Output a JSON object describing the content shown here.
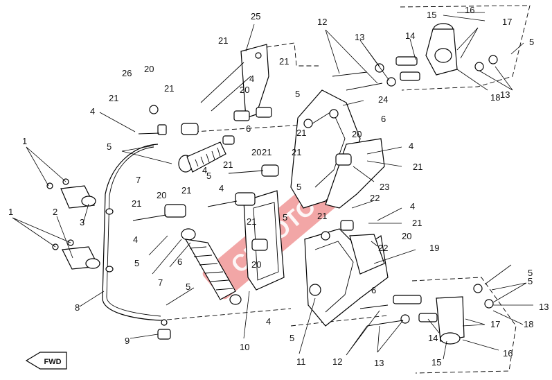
{
  "diagram": {
    "callouts": [
      {
        "label": "1"
      },
      {
        "label": "1"
      },
      {
        "label": "2"
      },
      {
        "label": "3"
      },
      {
        "label": "4"
      },
      {
        "label": "4"
      },
      {
        "label": "4"
      },
      {
        "label": "4"
      },
      {
        "label": "4"
      },
      {
        "label": "4"
      },
      {
        "label": "4"
      },
      {
        "label": "4"
      },
      {
        "label": "5"
      },
      {
        "label": "5"
      },
      {
        "label": "5"
      },
      {
        "label": "5"
      },
      {
        "label": "5"
      },
      {
        "label": "5"
      },
      {
        "label": "5"
      },
      {
        "label": "5"
      },
      {
        "label": "5"
      },
      {
        "label": "5"
      },
      {
        "label": "5"
      },
      {
        "label": "6"
      },
      {
        "label": "6"
      },
      {
        "label": "6"
      },
      {
        "label": "6"
      },
      {
        "label": "7"
      },
      {
        "label": "7"
      },
      {
        "label": "8"
      },
      {
        "label": "9"
      },
      {
        "label": "10"
      },
      {
        "label": "11"
      },
      {
        "label": "12"
      },
      {
        "label": "12"
      },
      {
        "label": "13"
      },
      {
        "label": "13"
      },
      {
        "label": "13"
      },
      {
        "label": "13"
      },
      {
        "label": "14"
      },
      {
        "label": "14"
      },
      {
        "label": "15"
      },
      {
        "label": "15"
      },
      {
        "label": "16"
      },
      {
        "label": "16"
      },
      {
        "label": "17"
      },
      {
        "label": "17"
      },
      {
        "label": "18"
      },
      {
        "label": "18"
      },
      {
        "label": "19"
      },
      {
        "label": "20"
      },
      {
        "label": "20"
      },
      {
        "label": "20"
      },
      {
        "label": "20"
      },
      {
        "label": "20"
      },
      {
        "label": "20"
      },
      {
        "label": "20"
      },
      {
        "label": "21"
      },
      {
        "label": "21"
      },
      {
        "label": "21"
      },
      {
        "label": "21"
      },
      {
        "label": "21"
      },
      {
        "label": "21"
      },
      {
        "label": "21"
      },
      {
        "label": "21"
      },
      {
        "label": "21"
      },
      {
        "label": "21"
      },
      {
        "label": "21"
      },
      {
        "label": "21"
      },
      {
        "label": "21"
      },
      {
        "label": "21"
      },
      {
        "label": "22"
      },
      {
        "label": "22"
      },
      {
        "label": "23"
      },
      {
        "label": "24"
      },
      {
        "label": "25"
      },
      {
        "label": "26"
      }
    ],
    "direction_badge": "FWD",
    "watermark": "CFMOTO",
    "colors": {
      "line": "#000000",
      "watermark": "#e33a3a",
      "background": "#ffffff"
    }
  }
}
